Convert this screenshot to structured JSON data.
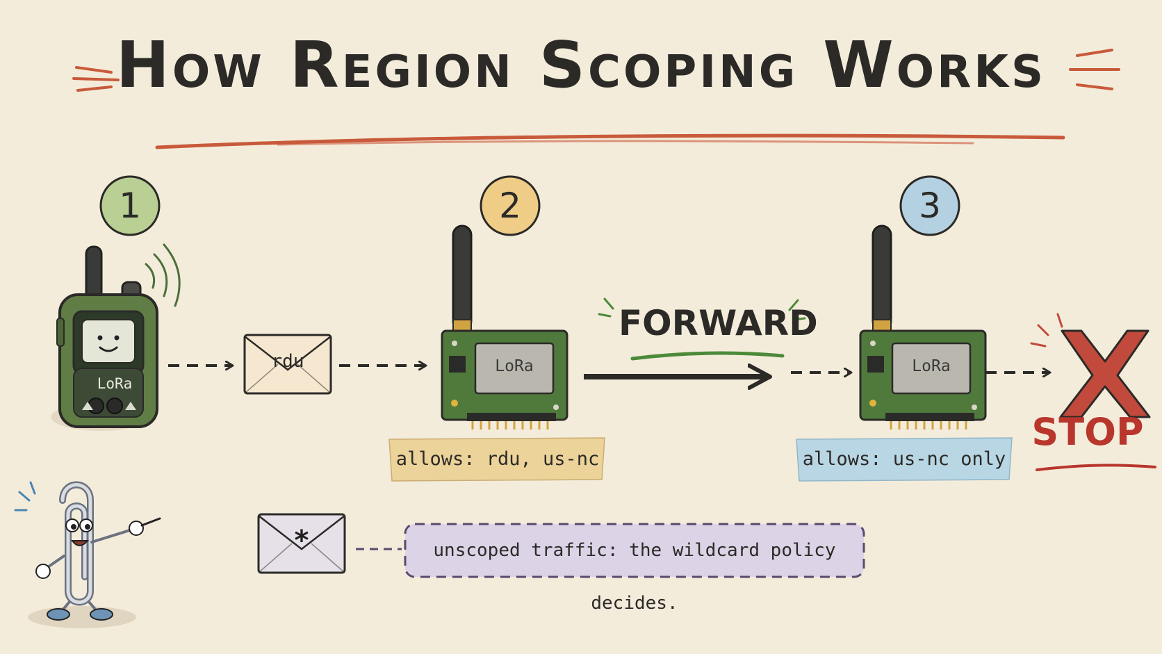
{
  "title": "How Region Scoping Works",
  "steps": [
    {
      "number": "1",
      "color": "#b9cf94"
    },
    {
      "number": "2",
      "color": "#f0cd86"
    },
    {
      "number": "3",
      "color": "#b4d1e1"
    }
  ],
  "device": {
    "label": "LoRa",
    "color": "#5f7d45"
  },
  "envelope": {
    "label": "rdu"
  },
  "node_2": {
    "chip_label": "LoRa",
    "allows": "allows: rdu, us-nc",
    "tape_color": "#ecd39a"
  },
  "forward": {
    "label": "FORWARD"
  },
  "node_3": {
    "chip_label": "LoRa",
    "allows": "allows: us-nc only",
    "tape_color": "#b9d6e4"
  },
  "stop": {
    "label": "STOP",
    "color": "#b8362c"
  },
  "wildcard": {
    "symbol": "*",
    "note": "unscoped traffic: the wildcard policy decides.",
    "note_color": "#ddd3e6"
  },
  "icons": [
    "walkie-talkie-icon",
    "envelope-icon",
    "lora-board-icon",
    "stop-x-icon",
    "paperclip-mascot-icon"
  ]
}
